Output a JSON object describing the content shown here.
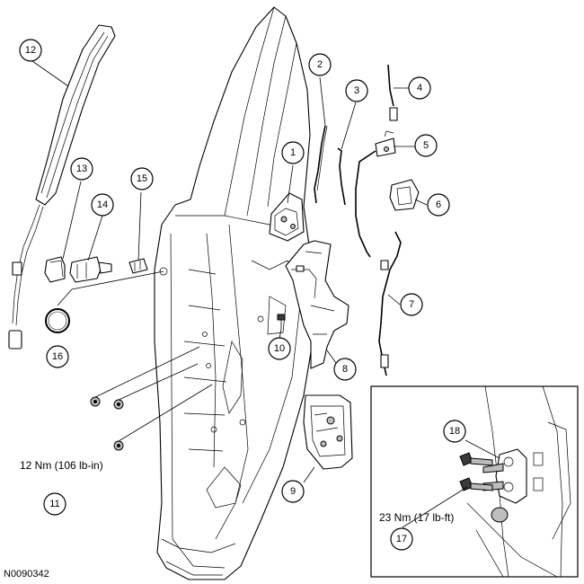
{
  "figure_id": "N0090342",
  "callouts": [
    "1",
    "2",
    "3",
    "4",
    "5",
    "6",
    "7",
    "8",
    "9",
    "10",
    "11",
    "12",
    "13",
    "14",
    "15",
    "16",
    "17",
    "18"
  ],
  "torque_notes": {
    "main": "12 Nm (106 lb-in)",
    "inset": "23 Nm (17 lb-ft)"
  }
}
